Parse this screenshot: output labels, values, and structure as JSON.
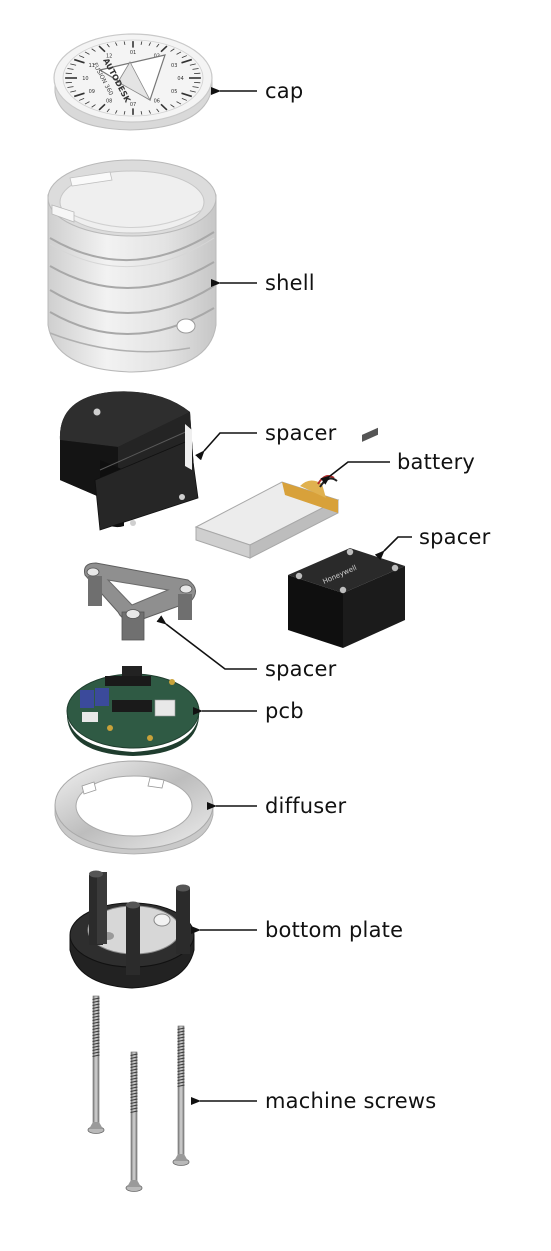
{
  "labels": {
    "cap": "cap",
    "shell": "shell",
    "spacer_top": "spacer",
    "battery": "battery",
    "spacer_box": "spacer",
    "spacer_tri": "spacer",
    "pcb": "pcb",
    "diffuser": "diffuser",
    "bottom_plate": "bottom plate",
    "machine_screws": "machine screws"
  },
  "cap_text": {
    "brand": "AUTODESK",
    "product": "FUSION 360",
    "dial_numbers": [
      "01",
      "02",
      "03",
      "04",
      "05",
      "06",
      "07",
      "08",
      "09",
      "10",
      "11",
      "12"
    ]
  },
  "spacer_box_text": "Honeywell",
  "colors": {
    "label_text": "#111111",
    "leader_line": "#111111",
    "light_part": "#e6e6e6",
    "dark_part": "#1e1e1e",
    "pcb_green": "#2f5a44",
    "battery_tab": "#d8a13a",
    "metal": "#9a9a9a"
  }
}
